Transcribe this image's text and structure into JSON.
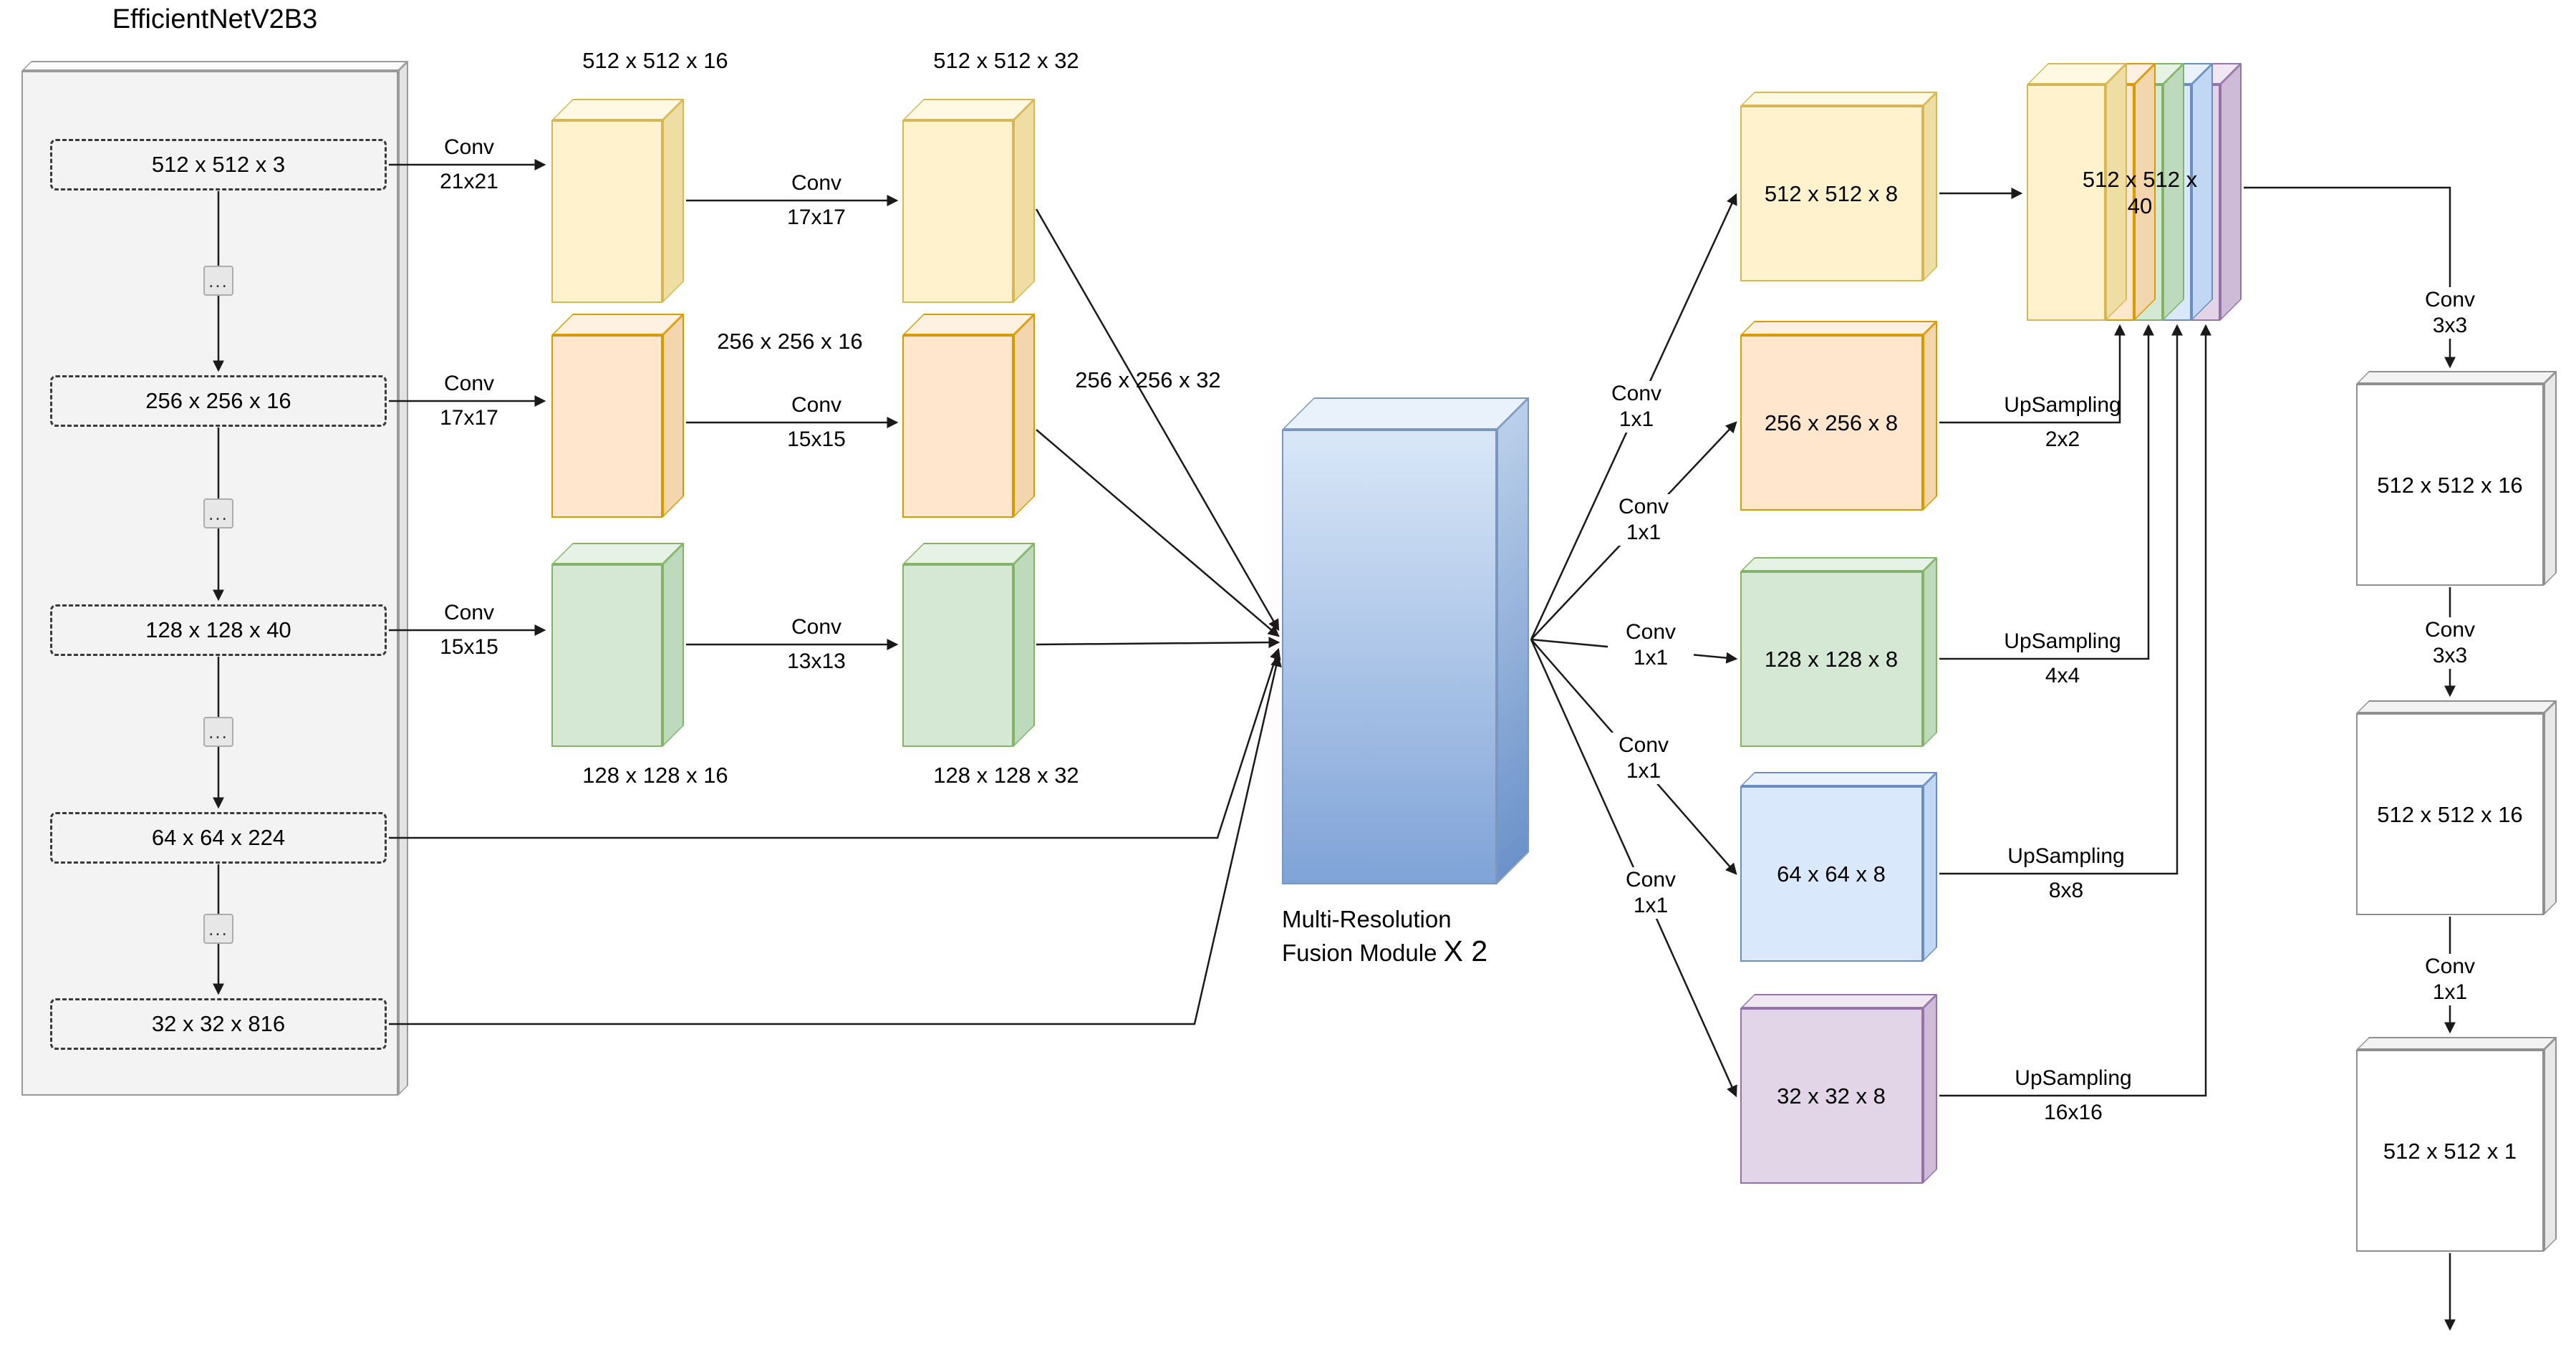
{
  "palette": {
    "yellow": "#FFF2CC",
    "yellow-edge": "#D6B656",
    "orange": "#FFE6CC",
    "orange-edge": "#D79B00",
    "green": "#D5E8D4",
    "green-edge": "#82B366",
    "blue": "#DAE8FC",
    "blue-edge": "#6C8EBF",
    "purple": "#E1D5E7",
    "purple-edge": "#9673A6",
    "panel": "#F3F3F3",
    "panel-edge": "#9A9A9A",
    "box": "#FFFFFF",
    "box-edge": "#8F8F8F",
    "fusion-light": "#D9E7F8",
    "fusion-dark": "#7FA3D7",
    "fusion-edge": "#7C96BE",
    "line": "#1A1A1A"
  },
  "backbone": {
    "title": "EfficientNetV2B3",
    "stages": [
      "512 x 512 x 3",
      "256 x 256 x 16",
      "128 x 128 x 40",
      "64 x 64 x 224",
      "32 x 32 x 816"
    ],
    "ellipsis": "..."
  },
  "stage1": {
    "convs": [
      [
        "Conv",
        "21x21"
      ],
      [
        "Conv",
        "17x17"
      ],
      [
        "Conv",
        "15x15"
      ]
    ],
    "labels": [
      "512 x 512 x 16",
      "256 x 256 x 16",
      "128 x 128 x 16"
    ]
  },
  "stage2": {
    "convs": [
      [
        "Conv",
        "17x17"
      ],
      [
        "Conv",
        "15x15"
      ],
      [
        "Conv",
        "13x13"
      ]
    ],
    "labels": [
      "512 x 512 x 32",
      "256 x 256 x 32",
      "128 x 128 x 32"
    ]
  },
  "fusion": {
    "line1": "Multi-Resolution",
    "line2": "Fusion Module",
    "multiplier": "X 2",
    "out_convs": [
      [
        "Conv",
        "1x1"
      ],
      [
        "Conv",
        "1x1"
      ],
      [
        "Conv",
        "1x1"
      ],
      [
        "Conv",
        "1x1"
      ],
      [
        "Conv",
        "1x1"
      ]
    ]
  },
  "pyramid": {
    "labels": [
      "512 x 512 x 8",
      "256 x 256 x 8",
      "128 x 128 x 8",
      "64 x 64 x 8",
      "32 x 32 x 8"
    ],
    "upsampling": [
      [
        "UpSampling",
        "2x2"
      ],
      [
        "UpSampling",
        "4x4"
      ],
      [
        "UpSampling",
        "8x8"
      ],
      [
        "UpSampling",
        "16x16"
      ]
    ]
  },
  "concat": {
    "label": "512 x 512 x 40"
  },
  "head": {
    "convs": [
      [
        "Conv",
        "3x3"
      ],
      [
        "Conv",
        "3x3"
      ],
      [
        "Conv",
        "1x1"
      ]
    ],
    "blocks": [
      "512 x 512 x 16",
      "512 x 512 x 16",
      "512 x 512 x 1"
    ]
  }
}
